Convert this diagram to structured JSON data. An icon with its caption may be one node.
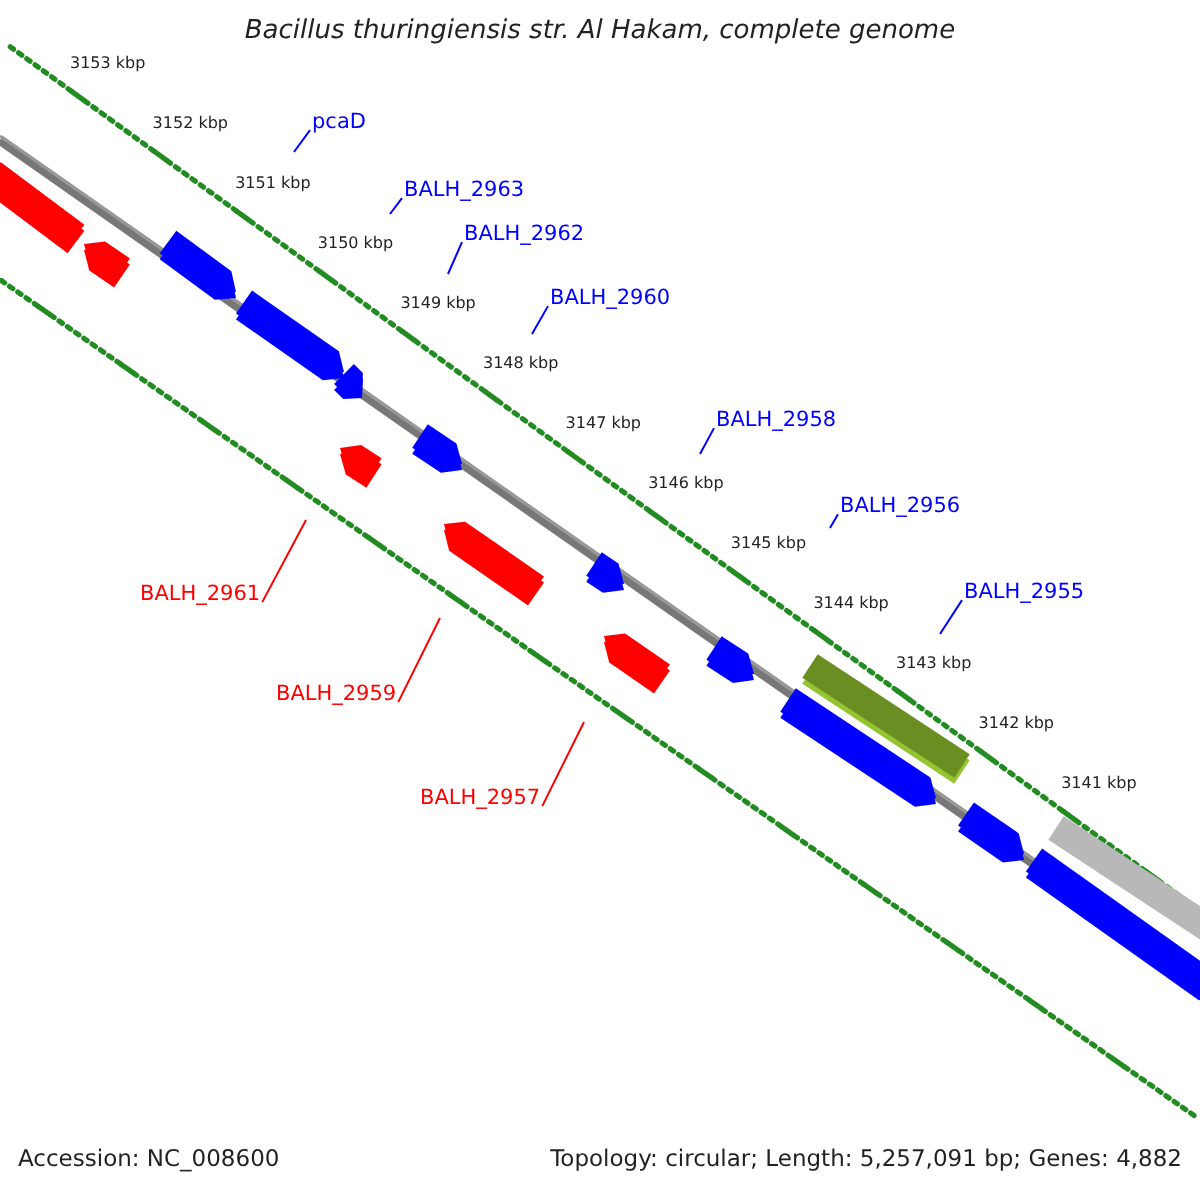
{
  "diagram": {
    "title": "Bacillus thuringiensis str. Al Hakam, complete genome",
    "nodes": [
      {
        "text": [
          "pcaD"
        ]
      },
      {
        "text": [
          "BALH_2963"
        ]
      },
      {
        "text": [
          "BALH_2962"
        ]
      },
      {
        "text": [
          "BALH_2960"
        ]
      },
      {
        "text": [
          "BALH_2958"
        ]
      },
      {
        "text": [
          "BALH_2956"
        ]
      },
      {
        "text": [
          "BALH_2955"
        ]
      },
      {
        "text": [
          "BALH_2961"
        ]
      },
      {
        "text": [
          "BALH_2959"
        ]
      },
      {
        "text": [
          "BALH_2957"
        ]
      }
    ],
    "edges": [
      {
        "from": 0,
        "to": null,
        "arrow": "none"
      },
      {
        "from": 1,
        "to": null,
        "arrow": "none"
      },
      {
        "from": 2,
        "to": null,
        "arrow": "none"
      },
      {
        "from": 3,
        "to": null,
        "arrow": "none"
      },
      {
        "from": 4,
        "to": null,
        "arrow": "none"
      },
      {
        "from": 5,
        "to": null,
        "arrow": "none"
      },
      {
        "from": 6,
        "to": null,
        "arrow": "none"
      },
      {
        "from": 7,
        "to": null,
        "arrow": "none",
        "color": "#ff0000"
      },
      {
        "from": 8,
        "to": null,
        "arrow": "none",
        "color": "#ff0000"
      },
      {
        "from": 9,
        "to": null,
        "arrow": "none",
        "color": "#ff0000"
      }
    ],
    "labels": [
      "3153 kbp",
      "3152 kbp",
      "3151 kbp",
      "3150 kbp",
      "3149 kbp",
      "3148 kbp",
      "3147 kbp",
      "3146 kbp",
      "3145 kbp",
      "3144 kbp",
      "3143 kbp",
      "3142 kbp",
      "3141 kbp",
      "Accession: NC_008600",
      "Topology: circular; Length: 5,257,091 bp; Genes: 4,882"
    ]
  }
}
